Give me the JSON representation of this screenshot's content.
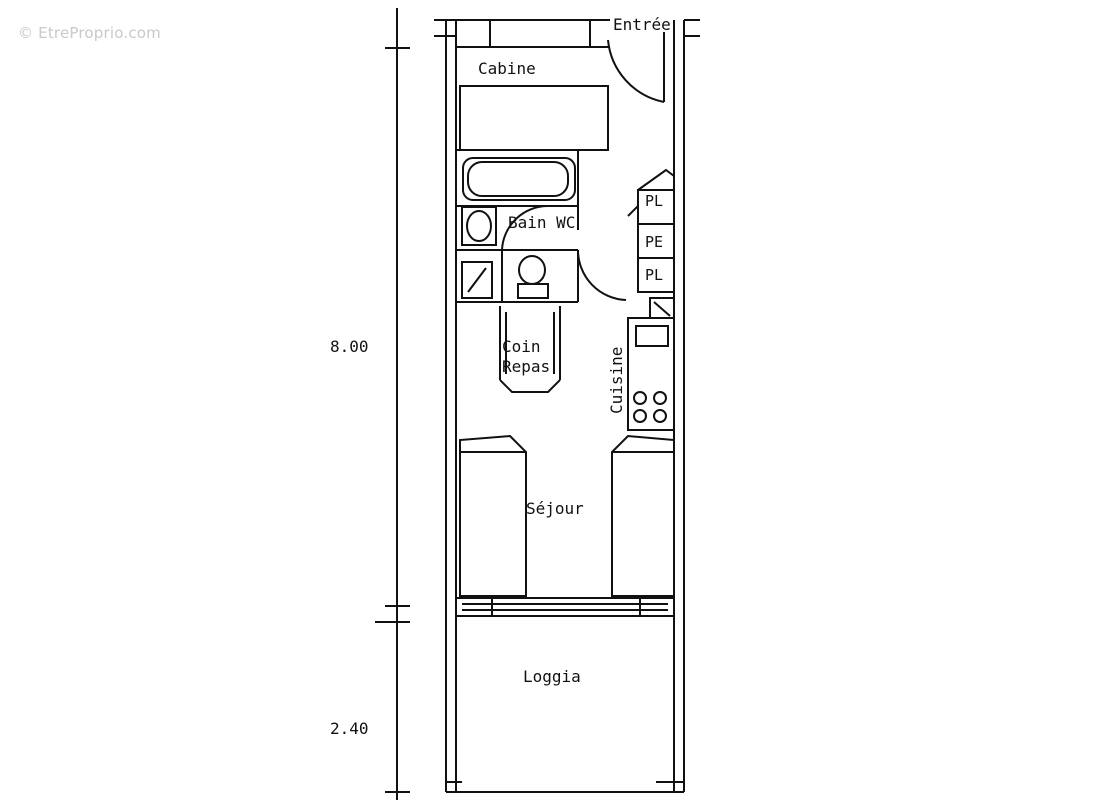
{
  "watermark": "© EtreProprio.com",
  "dimensions": {
    "upper": "8.00",
    "lower": "2.40"
  },
  "rooms": {
    "entree": "Entrée",
    "cabine": "Cabine",
    "bain_wc": "Bain WC",
    "coin": "Coin",
    "repas": "Repas",
    "cuisine": "Cuisine",
    "sejour": "Séjour",
    "loggia": "Loggia"
  },
  "closets": {
    "pl_top": "PL",
    "pe": "PE",
    "pl_bottom": "PL"
  },
  "colors": {
    "line": "#111111",
    "watermark": "#c9c9c9"
  }
}
